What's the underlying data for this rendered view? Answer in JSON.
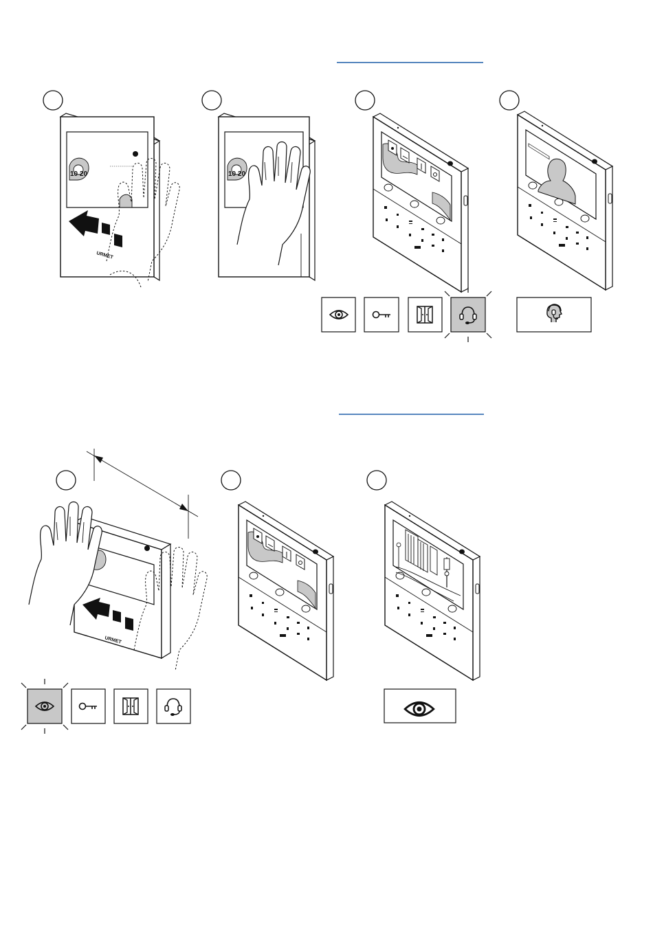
{
  "sections": [
    {
      "id": "top",
      "steps": [
        {
          "label": "",
          "device": "hand-swipe-left"
        },
        {
          "label": "",
          "device": "hand-cover"
        },
        {
          "label": "",
          "device": "monitor-menu"
        },
        {
          "label": "",
          "device": "monitor-call"
        }
      ],
      "icons": [
        {
          "icon": "eye-icon",
          "highlighted": false
        },
        {
          "icon": "key-icon",
          "highlighted": false
        },
        {
          "icon": "door-icon",
          "highlighted": false
        },
        {
          "icon": "headset-icon",
          "highlighted": true
        }
      ],
      "result_icon": "operator-headset-icon"
    },
    {
      "id": "bottom",
      "steps": [
        {
          "label": "",
          "device": "hand-swipe-right"
        },
        {
          "label": "",
          "device": "monitor-menu"
        },
        {
          "label": "",
          "device": "monitor-camera"
        }
      ],
      "icons": [
        {
          "icon": "eye-icon",
          "highlighted": true
        },
        {
          "icon": "key-icon",
          "highlighted": false
        },
        {
          "icon": "door-icon",
          "highlighted": false
        },
        {
          "icon": "headset-icon",
          "highlighted": false
        }
      ],
      "result_icon": "eye-icon"
    }
  ],
  "screen_text": {
    "clock": "10 20",
    "brand": "URMET",
    "caller_bar": "",
    "street_sign": ""
  },
  "colors": {
    "link_line": "#1f5fa8",
    "highlight": "#c8c8c8",
    "stroke": "#111111"
  }
}
